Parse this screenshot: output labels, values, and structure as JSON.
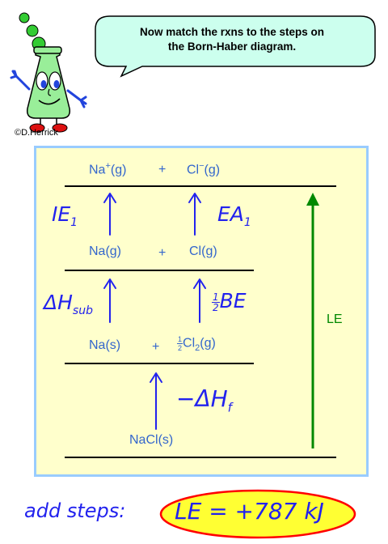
{
  "credit": "©D.Herrick",
  "bubble": {
    "line1": "Now match the rxns to the steps on",
    "line2": "the Born-Haber diagram."
  },
  "diagram": {
    "top_level": {
      "na": "Na",
      "na_sup": "+",
      "na_state": "(g)",
      "plus": "+",
      "cl": "Cl",
      "cl_sup": "−",
      "cl_state": "(g)"
    },
    "level3": {
      "na": "Na(g)",
      "plus": "+",
      "cl": "Cl(g)"
    },
    "level2": {
      "na": "Na(s)",
      "plus": "+",
      "coef_num": "1",
      "coef_den": "2",
      "cl": "Cl",
      "cl_sub": "2",
      "cl_state": "(g)"
    },
    "bottom": {
      "nacl": "NaCl(s)"
    },
    "steps": {
      "ie": "IE",
      "ie_sub": "1",
      "ea": "EA",
      "ea_sub": "1",
      "dh_sub": "ΔH",
      "dh_sub_sub": "sub",
      "be_num": "1",
      "be_den": "2",
      "be": "BE",
      "dhf": "−ΔH",
      "dhf_sub": "f"
    },
    "le_label": "LE"
  },
  "result": {
    "add_steps": "add steps:",
    "le_value": "LE = +787 kJ"
  },
  "colors": {
    "panel_bg": "#ffffcc",
    "panel_border": "#99ccff",
    "species": "#3366cc",
    "handwriting": "#2222ee",
    "le_arrow": "#008800",
    "bubble_bg": "#ccffee",
    "highlight": "#ffff33",
    "highlight_border": "#ff0000"
  }
}
